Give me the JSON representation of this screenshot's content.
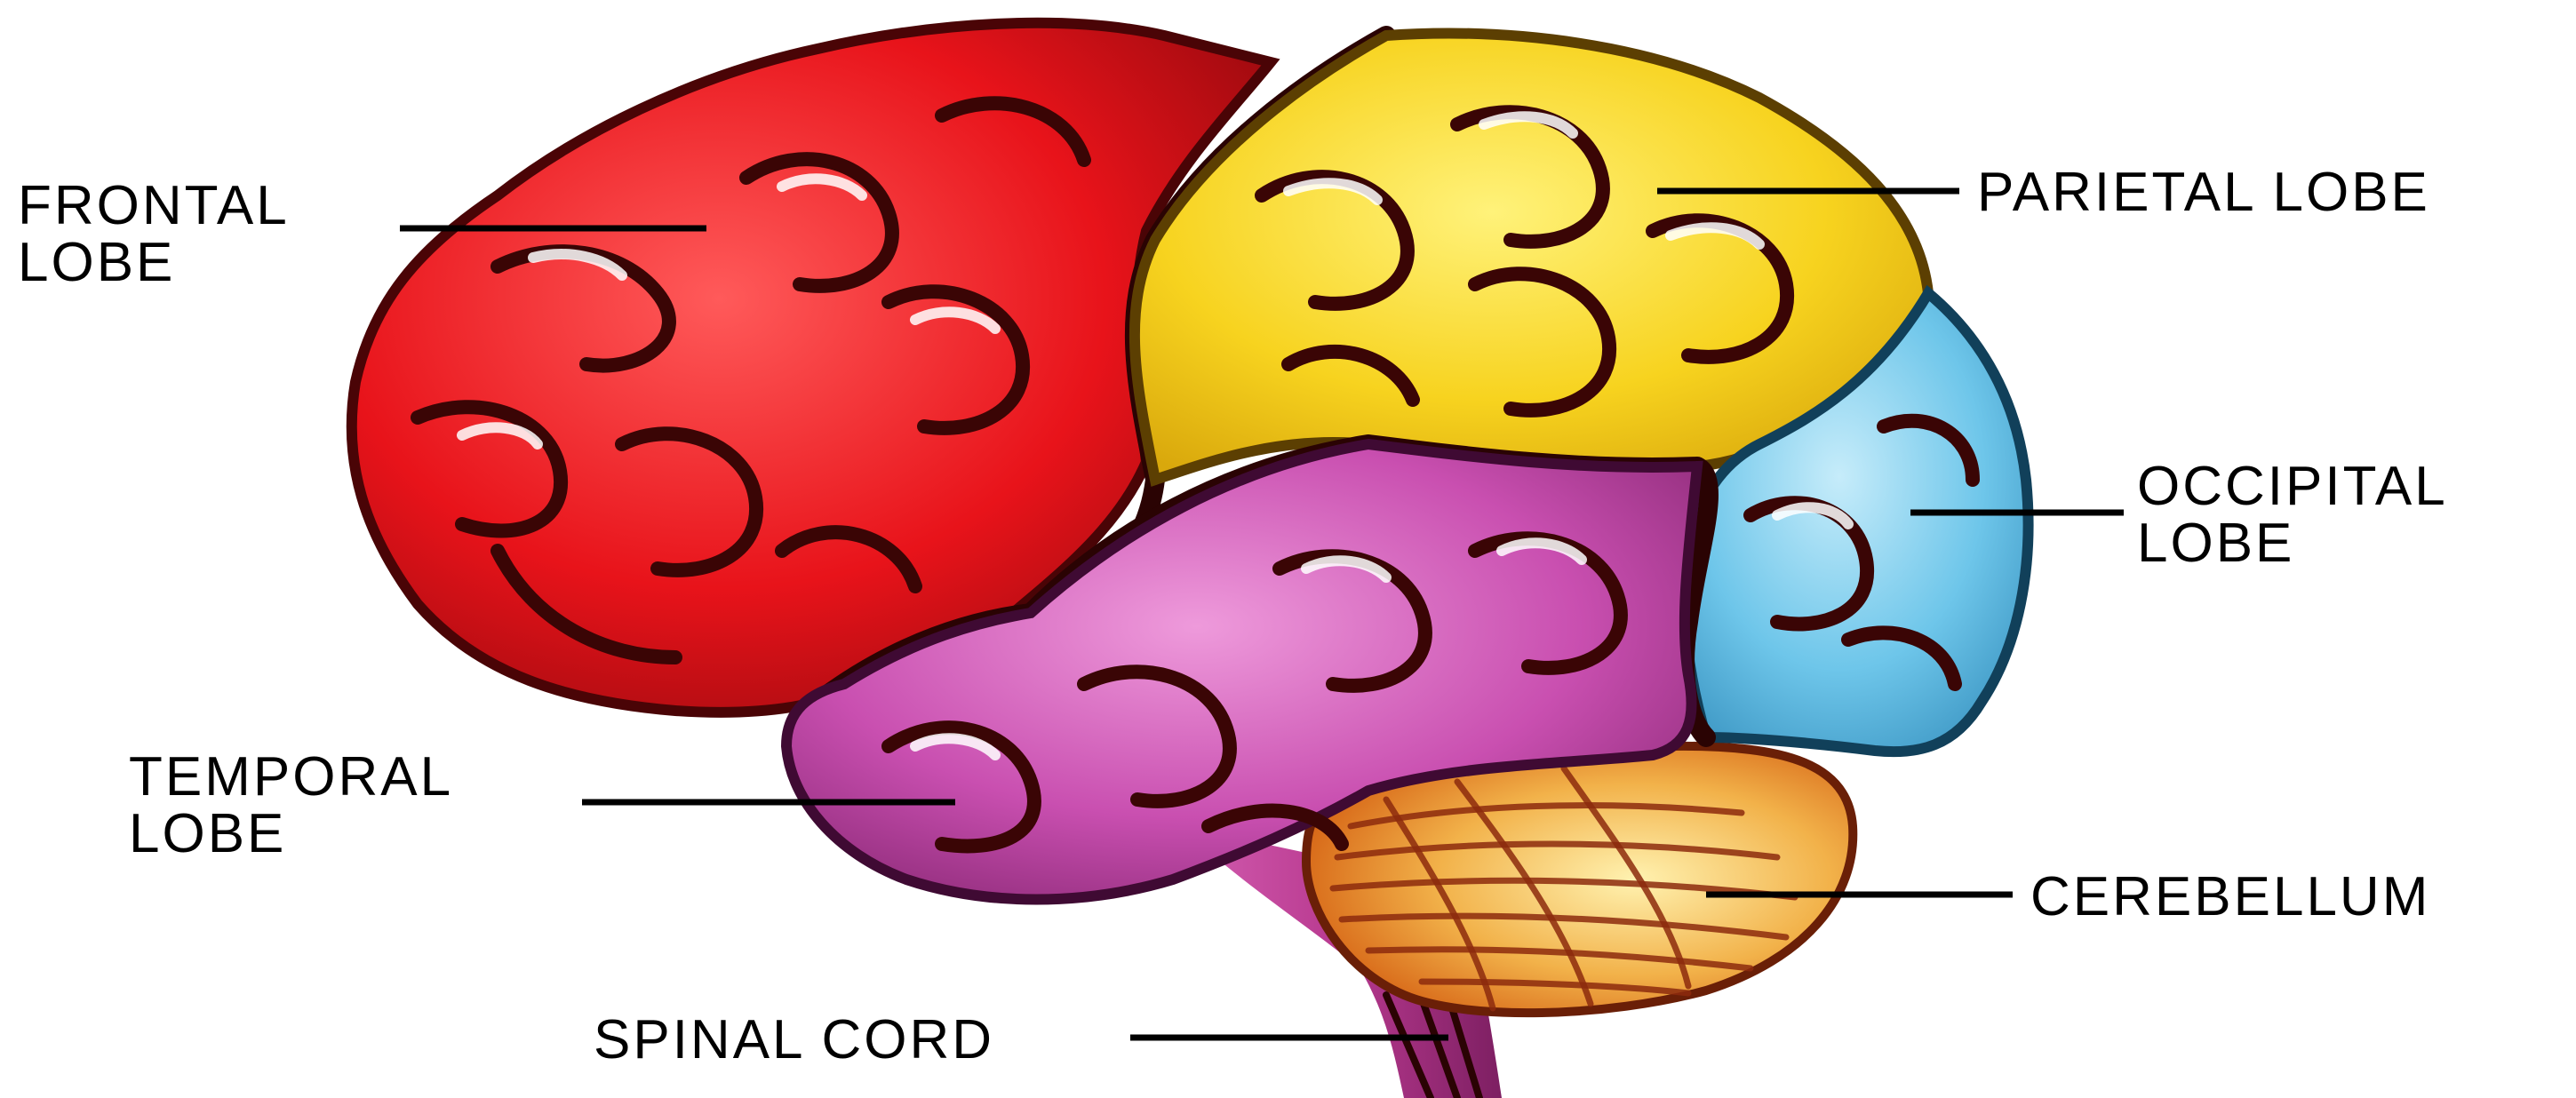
{
  "labels": {
    "frontal": [
      "FRONTAL",
      "LOBE"
    ],
    "parietal": [
      "PARIETAL LOBE"
    ],
    "occipital": [
      "OCCIPITAL",
      "LOBE"
    ],
    "temporal": [
      "TEMPORAL",
      "LOBE"
    ],
    "cerebellum": [
      "CEREBELLUM"
    ],
    "spinal": [
      "SPINAL CORD"
    ]
  },
  "colors": {
    "frontal": "#e8131a",
    "parietal": "#f7d31f",
    "occipital": "#6ec6ea",
    "temporal": "#c94fb0",
    "cerebellum": "#e8842a",
    "spinal": "#b8398f",
    "background": "#ffffff",
    "text": "#000000"
  }
}
